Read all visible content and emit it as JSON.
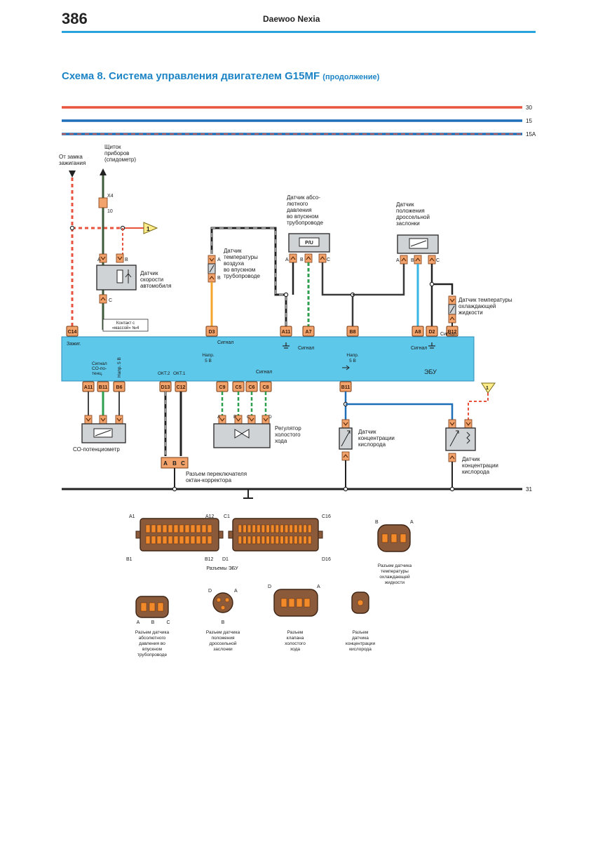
{
  "header": {
    "page_number": "386",
    "book_title": "Daewoo Nexia"
  },
  "scheme": {
    "title": "Схема 8. Система управления двигателем G15MF",
    "subtitle": "(продолжение)"
  },
  "colors": {
    "accent": "#29a3dc",
    "title": "#1d84c6",
    "wire_red": "#e8533d",
    "wire_blue": "#1e6fb8",
    "wire_orange": "#f4a52c",
    "wire_green": "#2e9e4f",
    "wire_cyan": "#39b6e6",
    "ecu_fill": "#5ec8ea",
    "pin_fill": "#f2a26b",
    "connector_body": "#8a5a3a"
  },
  "bus": {
    "b30": "30",
    "b15": "15",
    "b15a": "15A",
    "b31": "31"
  },
  "labels": {
    "ign_lock": [
      "От замка",
      "зажигания"
    ],
    "dash": [
      "Щиток",
      "приборов",
      "(спидометр)"
    ],
    "x4": "X4",
    "x4_pin": "10",
    "offpage_ref": "1",
    "map_sensor": [
      "Датчик абсо-",
      "лютного",
      "давления",
      "во впускном",
      "трубопроводе"
    ],
    "map_chip": "P/U",
    "tps": [
      "Датчик",
      "положения",
      "дроссельной",
      "заслонки"
    ],
    "iat": [
      "Датчик",
      "температуры",
      "воздуха",
      "во впускном",
      "трубопроводе"
    ],
    "vss": [
      "Датчик",
      "скорости",
      "автомобиля"
    ],
    "contact": [
      "Контакт с",
      "«массой» №4"
    ],
    "ect": [
      "Датчик температуры",
      "охлаждающей",
      "жидкости"
    ],
    "ecu": "ЭБУ",
    "zazh": "Зажиг.",
    "signal": "Сигнал",
    "napr5": [
      "Напр.",
      "5 В"
    ],
    "co_sig": [
      "Сигнал",
      "CO-по-",
      "тенц."
    ],
    "napr5_vert": "Напр. 5 В",
    "okt2": "ОКТ.2",
    "okt1": "ОКТ.1",
    "co_pot": "СО-потенциометр",
    "iac": [
      "Регулятор",
      "холостого",
      "хода"
    ],
    "o2_1": [
      "Датчик",
      "концентрации",
      "кислорода"
    ],
    "o2_2": [
      "Датчик",
      "концентрации",
      "кислорода"
    ],
    "octane": [
      "Разъем переключателя",
      "октан-корректора"
    ],
    "conn_ecu": "Разъемы ЭБУ",
    "conn_ect": [
      "Разъем датчика",
      "температуры",
      "охлаждающей",
      "жидкости"
    ],
    "conn_map": [
      "Разъем датчика",
      "абсолютного",
      "давления во",
      "впускном",
      "трубопроводе"
    ],
    "conn_tps": [
      "Разъем датчика",
      "положения",
      "дроссельной",
      "заслонки"
    ],
    "conn_iac": [
      "Разъем",
      "клапана",
      "холостого",
      "хода"
    ],
    "conn_o2": [
      "Разъем",
      "датчика",
      "концентрации",
      "кислорода"
    ]
  },
  "pins": {
    "top": [
      "C14",
      "D3",
      "A11",
      "A7",
      "B8",
      "A8",
      "D2",
      "B12"
    ],
    "bottom": [
      "A11",
      "B11",
      "B6",
      "D13",
      "C12",
      "C9",
      "C5",
      "C6",
      "C8",
      "B11"
    ],
    "abc": [
      "A",
      "B",
      "C"
    ],
    "acd": [
      "A",
      "B",
      "C",
      "D"
    ],
    "ecu_conn": [
      "A1",
      "A12",
      "B1",
      "B12",
      "C1",
      "C16",
      "D1",
      "D16"
    ]
  }
}
